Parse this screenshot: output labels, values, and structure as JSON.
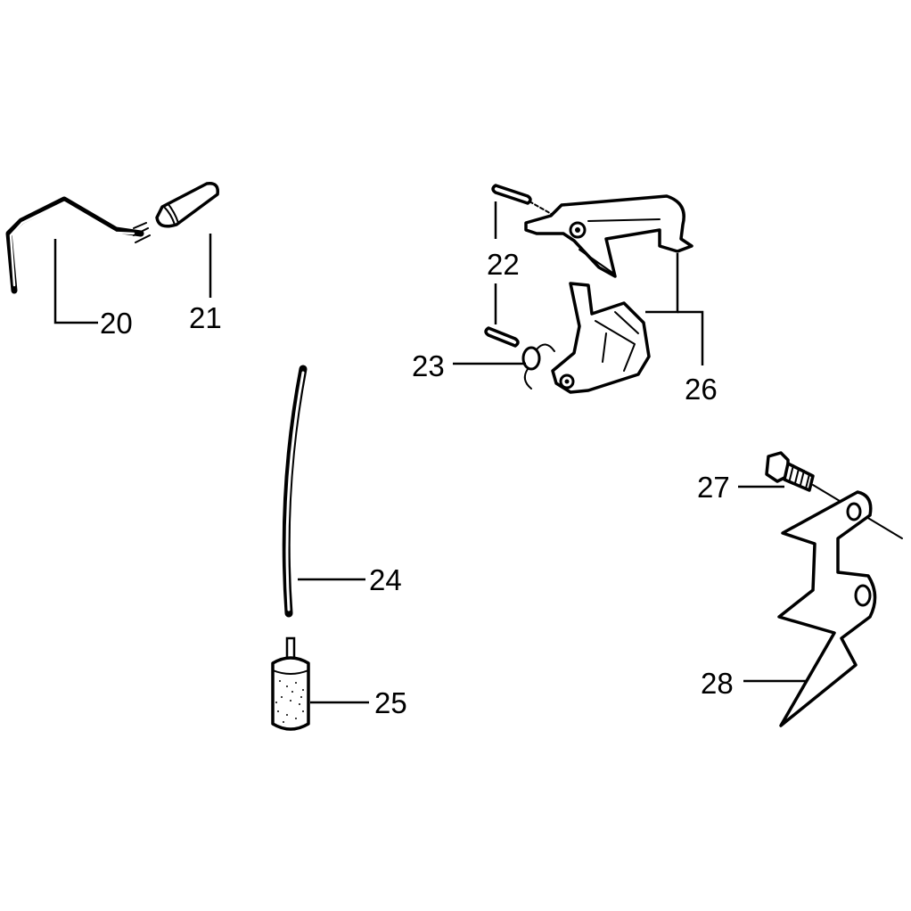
{
  "colors": {
    "ink": "#000000",
    "paper": "#ffffff"
  },
  "parts": [
    {
      "id": "p20",
      "label": "20"
    },
    {
      "id": "p21",
      "label": "21"
    },
    {
      "id": "p22",
      "label": "22"
    },
    {
      "id": "p23",
      "label": "23"
    },
    {
      "id": "p24",
      "label": "24"
    },
    {
      "id": "p25",
      "label": "25"
    },
    {
      "id": "p26",
      "label": "26"
    },
    {
      "id": "p27",
      "label": "27"
    },
    {
      "id": "p28",
      "label": "28"
    }
  ]
}
